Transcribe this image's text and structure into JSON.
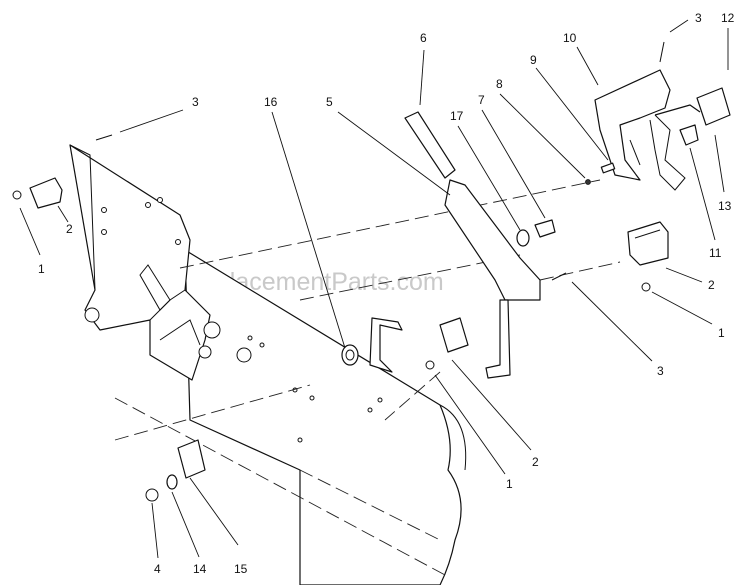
{
  "watermark": "eReplacementParts.com",
  "callouts": [
    "1",
    "2",
    "3",
    "16",
    "5",
    "6",
    "17",
    "7",
    "8",
    "9",
    "10",
    "3",
    "12",
    "13",
    "11",
    "2",
    "1",
    "3",
    "2",
    "1",
    "4",
    "14",
    "15"
  ]
}
